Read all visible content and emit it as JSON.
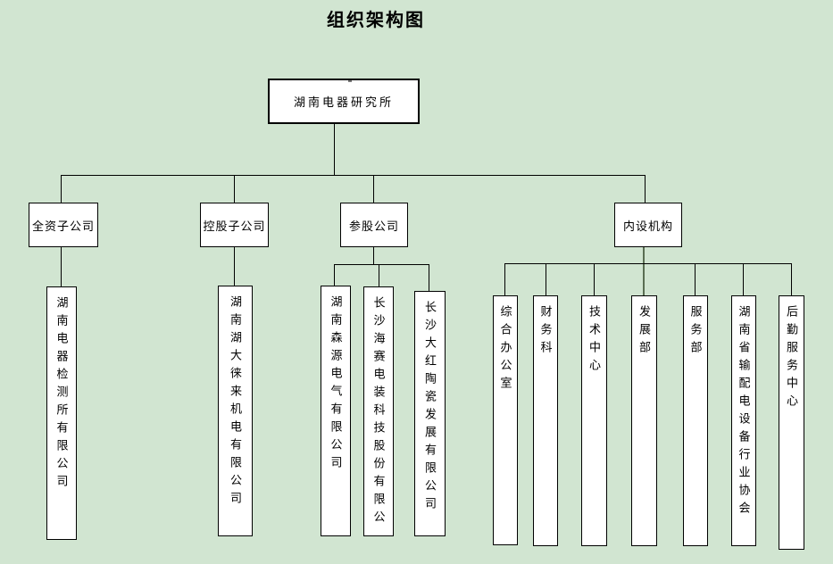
{
  "title": "组织架构图",
  "root": {
    "label": "湖南电器研究所"
  },
  "branches": {
    "wholly_owned": {
      "label": "全资子公司"
    },
    "holding": {
      "label": "控股子公司"
    },
    "invested": {
      "label": "参股公司"
    },
    "internal": {
      "label": "内设机构"
    }
  },
  "leaves": {
    "wholly_owned": [
      "湖南电器检测所有限公司"
    ],
    "holding": [
      "湖南湖大徕来机电有限公司"
    ],
    "invested": [
      "湖南森源电气有限公司",
      "长沙海赛电装科技股份有限公",
      "长沙大红陶瓷发展有限公司"
    ],
    "internal": [
      "综合办公室",
      "财务科",
      "技术中心",
      "发展部",
      "服务部",
      "湖南省输配电设备行业协会",
      "后勤服务中心"
    ]
  },
  "colors": {
    "background": "#d1e5d1",
    "node_fill": "#ffffff",
    "node_border": "#000000",
    "connector": "#000000",
    "accent_connector": "#5a6e52"
  }
}
